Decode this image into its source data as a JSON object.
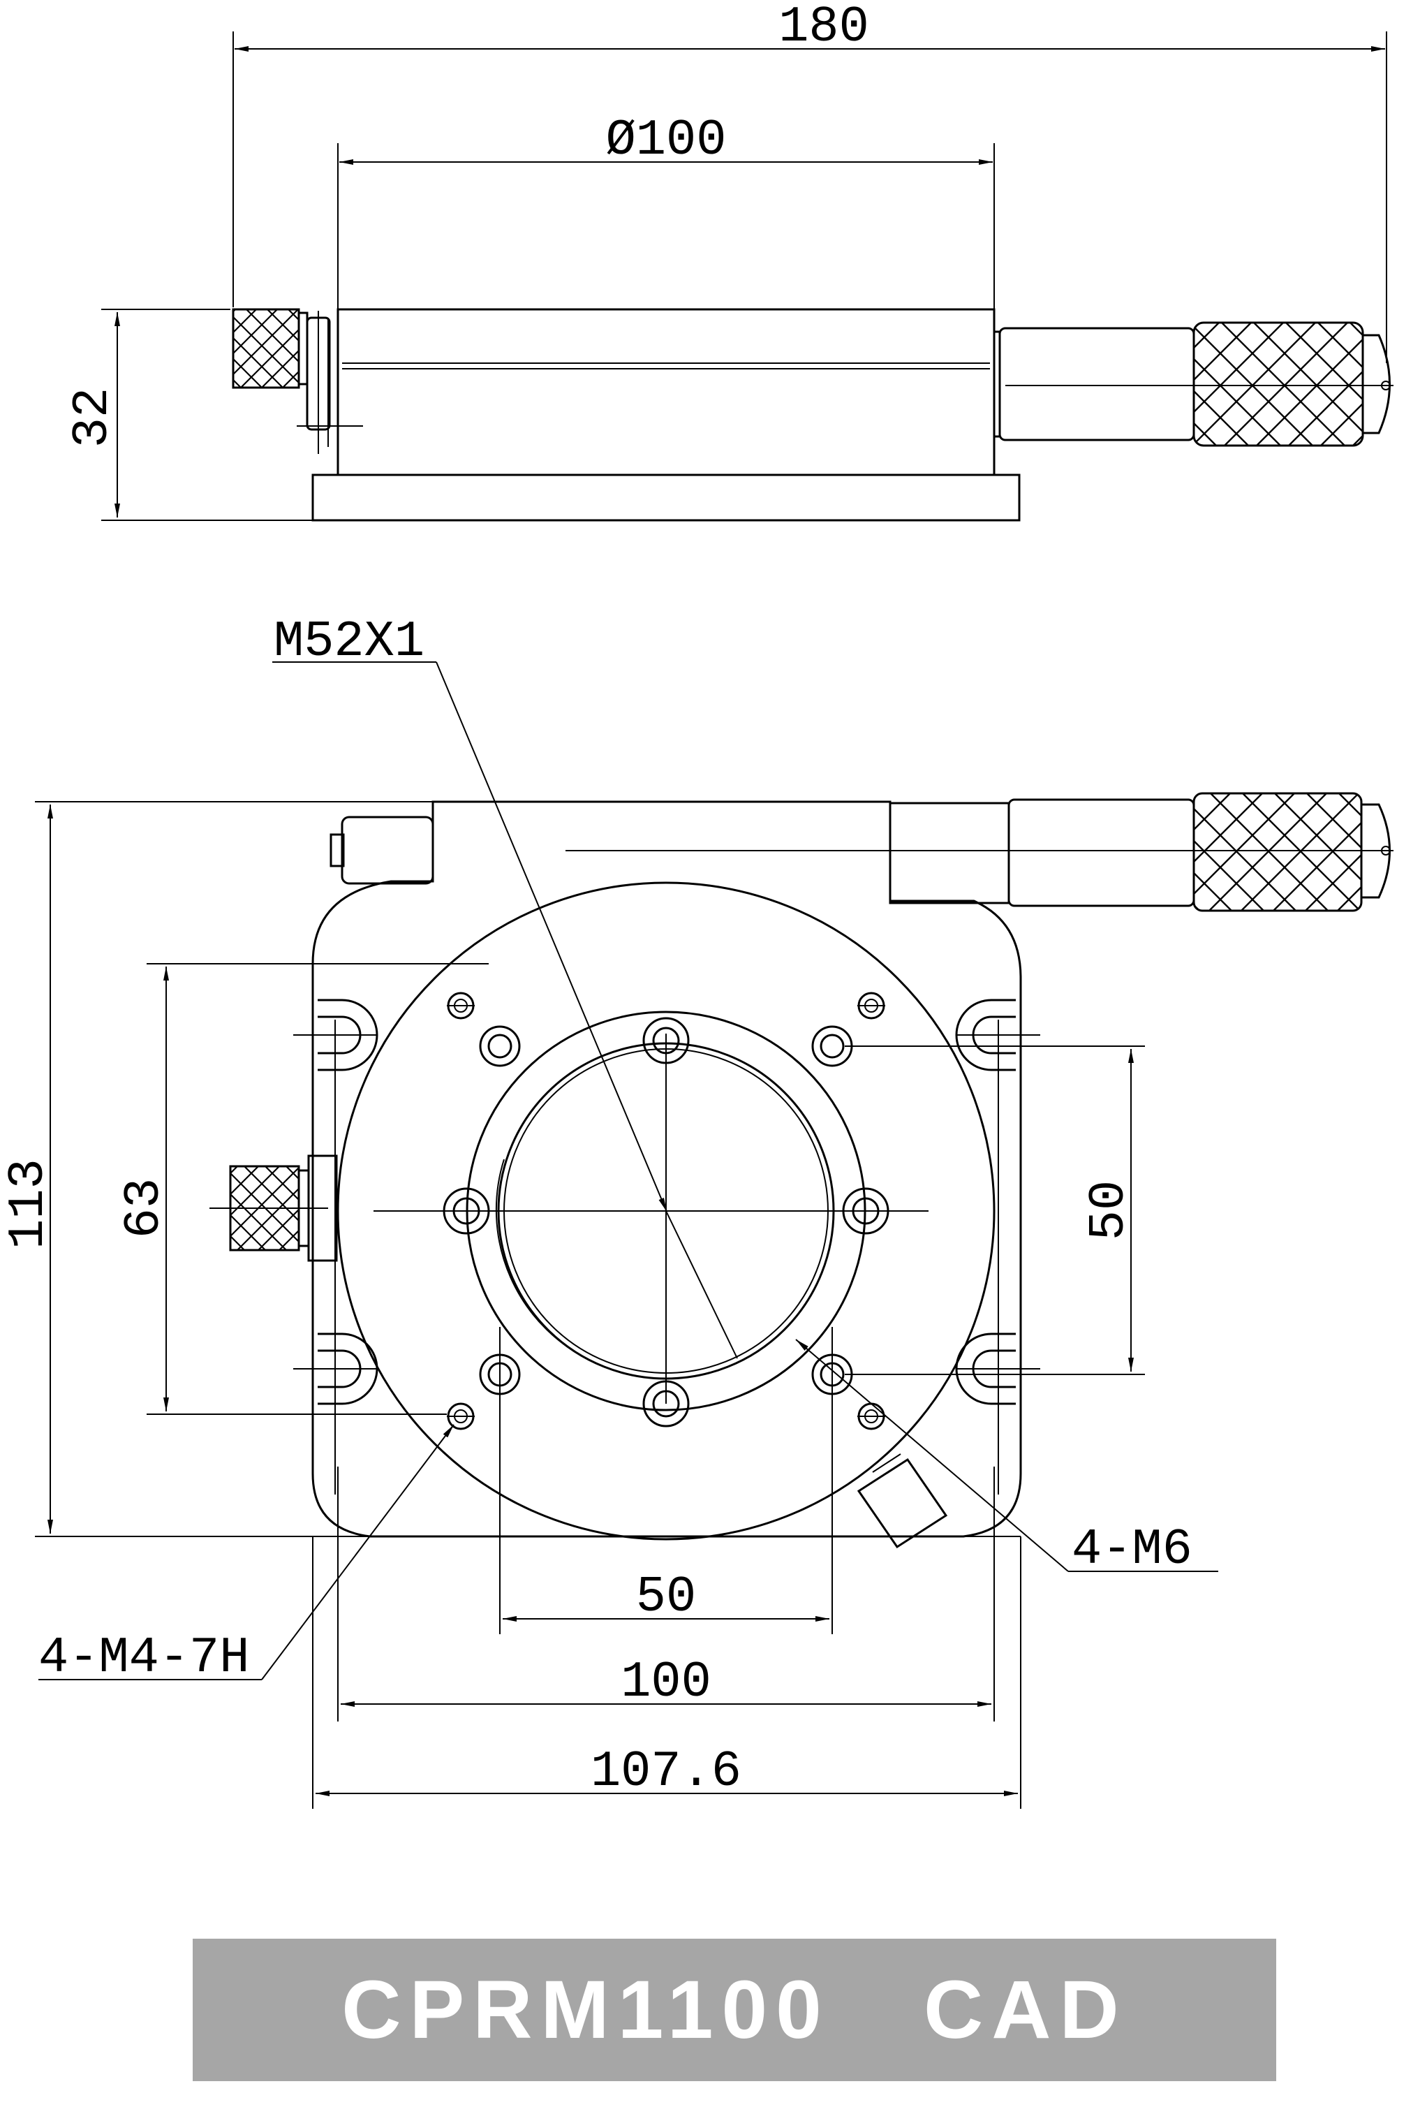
{
  "title_block": {
    "label": "CPRM1100   CAD",
    "background": "#a6a6a6",
    "text_color": "#ffffff"
  },
  "side_view": {
    "dimensions": {
      "overall_length": "180",
      "diameter": "Ø100",
      "height": "32"
    }
  },
  "top_view": {
    "callouts": {
      "thread": "M52X1",
      "holes_m6": "4-M6",
      "holes_m4": "4-M4-7H"
    },
    "dimensions": {
      "height_overall": "113",
      "vertical_pitch_left": "63",
      "vertical_pitch_right": "50",
      "horizontal_pitch": "50",
      "plate_width": "100",
      "base_width": "107.6"
    }
  },
  "colors": {
    "line": "#000000",
    "background": "#ffffff"
  },
  "icons": {
    "knob": "knurled-knob-icon",
    "micrometer": "micrometer-head-icon"
  }
}
